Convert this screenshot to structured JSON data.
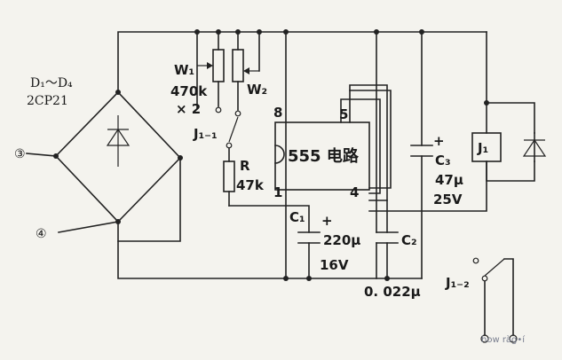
{
  "labels": {
    "bridge_title": "D₁～D₄",
    "bridge_part": "2CP21",
    "terminal_3": "③",
    "terminal_4": "④",
    "w1": "W₁",
    "w1_value": "470k",
    "w1_qty": "× 2",
    "w2": "W₂",
    "j1_contact_1": "J₁₋₁",
    "r": "R",
    "r_value": "47k",
    "pin_8": "8",
    "pin_1": "1",
    "pin_5": "5",
    "pin_4": "4",
    "ic": "555 电路",
    "c1": "C₁",
    "c1_value": "220μ",
    "c1_voltage": "16V",
    "c2": "C₂",
    "c2_value": "0. 022μ",
    "c3": "C₃",
    "c3_value": "47μ",
    "c3_voltage": "25V",
    "relay": "J₁",
    "j1_contact_2": "J₁₋₂",
    "plus": "+",
    "watermark": "how ràg•í"
  }
}
